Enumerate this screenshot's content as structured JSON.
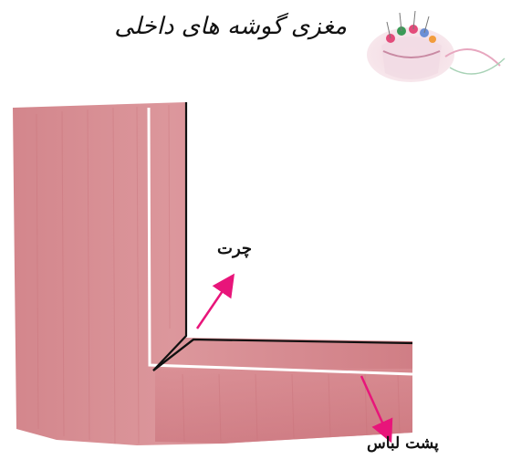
{
  "title": "مغزی گوشه های داخلی",
  "labels": {
    "cut": "چرت",
    "garment_back": "پشت لباس"
  },
  "colors": {
    "fabric": "#d98f94",
    "fabric_dark": "#c9737a",
    "stitch_line": "#111111",
    "fold_highlight": "#ffffff",
    "arrow": "#e8157a"
  },
  "icons": {
    "decor": "pincushion-illustration"
  }
}
